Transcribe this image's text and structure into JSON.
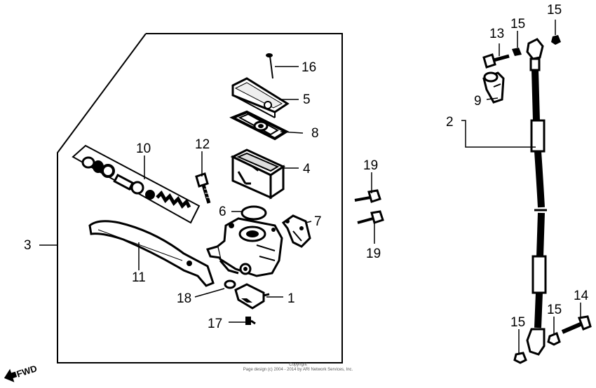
{
  "diagram": {
    "callouts": [
      {
        "id": "1",
        "label": "1"
      },
      {
        "id": "2",
        "label": "2"
      },
      {
        "id": "3",
        "label": "3"
      },
      {
        "id": "4",
        "label": "4"
      },
      {
        "id": "5",
        "label": "5"
      },
      {
        "id": "6",
        "label": "6"
      },
      {
        "id": "7",
        "label": "7"
      },
      {
        "id": "8",
        "label": "8"
      },
      {
        "id": "9",
        "label": "9"
      },
      {
        "id": "10",
        "label": "10"
      },
      {
        "id": "11",
        "label": "11"
      },
      {
        "id": "12",
        "label": "12"
      },
      {
        "id": "13",
        "label": "13"
      },
      {
        "id": "14",
        "label": "14"
      },
      {
        "id": "15a",
        "label": "15"
      },
      {
        "id": "15b",
        "label": "15"
      },
      {
        "id": "15c",
        "label": "15"
      },
      {
        "id": "15d",
        "label": "15"
      },
      {
        "id": "16",
        "label": "16"
      },
      {
        "id": "17",
        "label": "17"
      },
      {
        "id": "18",
        "label": "18"
      },
      {
        "id": "19a",
        "label": "19"
      },
      {
        "id": "19b",
        "label": "19"
      }
    ],
    "fwd_label": "FWD",
    "copyright_line1": "Copyright",
    "copyright_line2": "Page design (c) 2004 - 2014 by ARI Network Services, Inc."
  }
}
